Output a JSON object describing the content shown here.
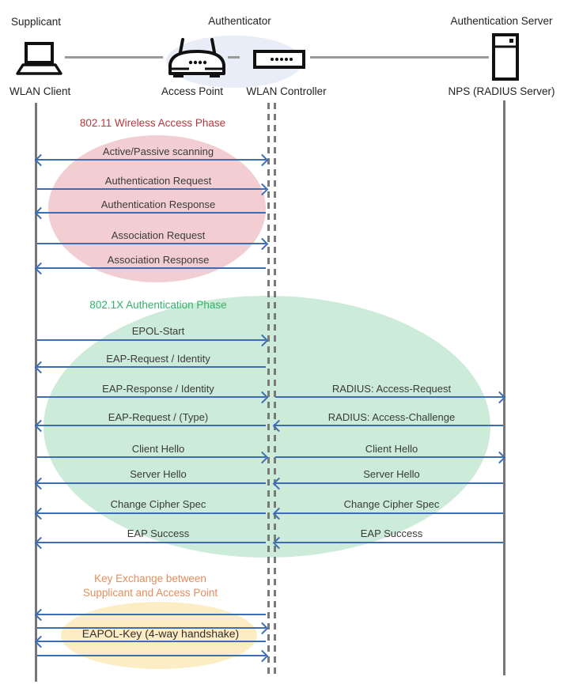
{
  "header": {
    "roles": {
      "supplicant": "Supplicant",
      "authenticator": "Authenticator",
      "auth_server": "Authentication Server"
    },
    "devices": {
      "wlan_client": "WLAN Client",
      "access_point": "Access Point",
      "wlan_controller": "WLAN Controller",
      "nps": "NPS (RADIUS Server)"
    },
    "icons": {
      "wlan_client": "laptop-icon",
      "access_point": "wireless-router-icon",
      "wlan_controller": "controller-box-icon",
      "nps": "server-tower-icon"
    }
  },
  "phases": {
    "wireless": {
      "title": "802.11 Wireless Access Phase",
      "color": "#B5383E",
      "ellipse_color": "#F2CED2"
    },
    "auth": {
      "title": "802.1X Authentication Phase",
      "color": "#33B26A",
      "ellipse_color": "#CCEBD8"
    },
    "key": {
      "title_line1": "Key Exchange between",
      "title_line2": "Supplicant and Access Point",
      "color": "#E28D5E",
      "ellipse_color": "#FDEDC5"
    }
  },
  "messages": {
    "client_to_controller": [
      {
        "label": "Active/Passive scanning",
        "direction": "both"
      },
      {
        "label": "Authentication Request",
        "direction": "right"
      },
      {
        "label": "Authentication Response",
        "direction": "left"
      },
      {
        "label": "Association Request",
        "direction": "right"
      },
      {
        "label": "Association Response",
        "direction": "left"
      },
      {
        "label": "EPOL-Start",
        "direction": "right"
      },
      {
        "label": "EAP-Request / Identity",
        "direction": "left"
      },
      {
        "label": "EAP-Response / Identity",
        "direction": "right"
      },
      {
        "label": "EAP-Request / (Type)",
        "direction": "left"
      },
      {
        "label": "Client Hello",
        "direction": "right"
      },
      {
        "label": "Server Hello",
        "direction": "left"
      },
      {
        "label": "Change Cipher Spec",
        "direction": "left"
      },
      {
        "label": "EAP Success",
        "direction": "left"
      }
    ],
    "controller_to_server": [
      {
        "label": "RADIUS: Access-Request",
        "direction": "right"
      },
      {
        "label": "RADIUS: Access-Challenge",
        "direction": "left"
      },
      {
        "label": "Client Hello",
        "direction": "right"
      },
      {
        "label": "Server Hello",
        "direction": "left"
      },
      {
        "label": "Change Cipher Spec",
        "direction": "left"
      },
      {
        "label": "EAP Success",
        "direction": "left"
      }
    ],
    "key_exchange": {
      "label": "EAPOL-Key (4-way handshake)",
      "arrows": [
        "left",
        "right",
        "left",
        "right"
      ]
    }
  },
  "colors": {
    "arrow": "#3E6DB5",
    "lifeline": "#777777",
    "wireless_title": "#B5383E",
    "auth_title": "#33B26A",
    "key_title": "#E28D5E",
    "authenticator_ellipse": "#E9EDF8"
  }
}
